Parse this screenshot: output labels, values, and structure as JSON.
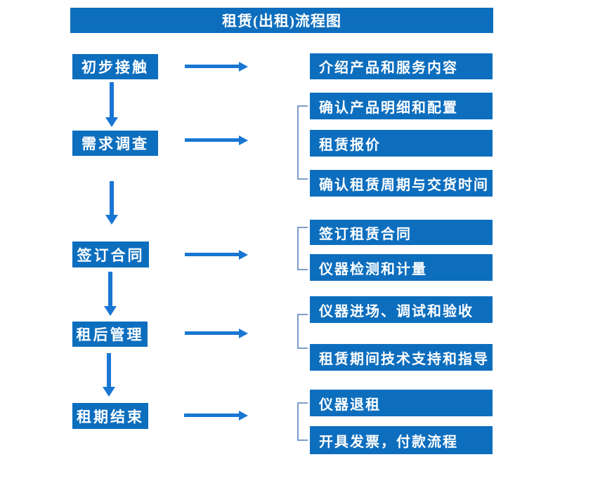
{
  "title": "租赁(出租)流程图",
  "colors": {
    "box_fill": "#0d6ebe",
    "arrow": "#1976d2",
    "bracket": "#7d9ccb",
    "text": "#ffffff"
  },
  "steps": [
    {
      "label": "初步接触",
      "details": [
        "介绍产品和服务内容"
      ]
    },
    {
      "label": "需求调查",
      "details": [
        "确认产品明细和配置",
        "租赁报价",
        "确认租赁周期与交货时间"
      ]
    },
    {
      "label": "签订合同",
      "details": [
        "签订租赁合同",
        "仪器检测和计量"
      ]
    },
    {
      "label": "租后管理",
      "details": [
        "仪器进场、调试和验收",
        "租赁期间技术支持和指导"
      ]
    },
    {
      "label": "租期结束",
      "details": [
        "仪器退租",
        "开具发票，付款流程"
      ]
    }
  ]
}
